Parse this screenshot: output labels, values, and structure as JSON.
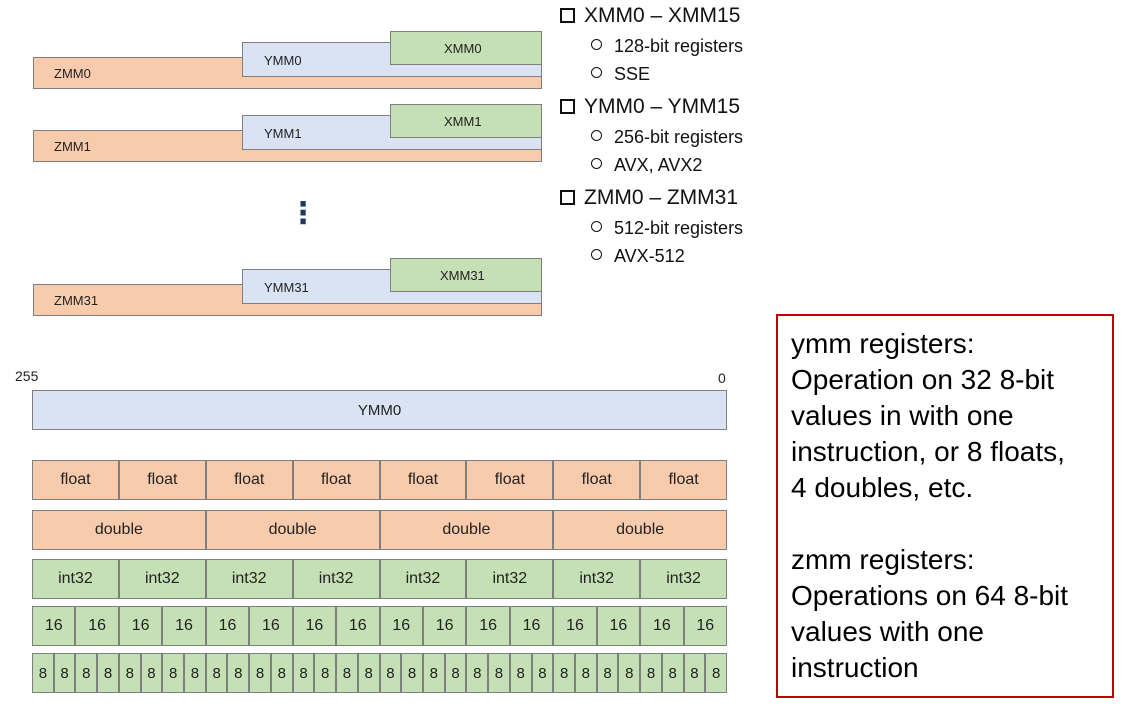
{
  "register_groups": [
    {
      "zmm": "ZMM0",
      "ymm": "YMM0",
      "xmm": "XMM0"
    },
    {
      "zmm": "ZMM1",
      "ymm": "YMM1",
      "xmm": "XMM1"
    },
    {
      "zmm": "ZMM31",
      "ymm": "YMM31",
      "xmm": "XMM31"
    }
  ],
  "ellipsis": "⋮",
  "register_list": [
    {
      "title": "XMM0 – XMM15",
      "items": [
        "128-bit registers",
        "SSE"
      ]
    },
    {
      "title": "YMM0 – YMM15",
      "items": [
        "256-bit registers",
        "AVX, AVX2"
      ]
    },
    {
      "title": "ZMM0 – ZMM31",
      "items": [
        "512-bit registers",
        "AVX-512"
      ]
    }
  ],
  "ymm_layout": {
    "bit_high": "255",
    "bit_low": "0",
    "register_name": "YMM0",
    "rows": [
      {
        "label": "float",
        "count": 8,
        "color": "#f8cbad"
      },
      {
        "label": "double",
        "count": 4,
        "color": "#f8cbad"
      },
      {
        "label": "int32",
        "count": 8,
        "color": "#c5e0b4"
      },
      {
        "label": "16",
        "count": 16,
        "color": "#c5e0b4"
      },
      {
        "label": "8",
        "count": 32,
        "color": "#c5e0b4"
      }
    ]
  },
  "note": {
    "paragraphs": [
      [
        "ymm registers:",
        "Operation on 32 8-bit",
        "values in with one",
        "instruction, or 8 floats,",
        "4 doubles, etc."
      ],
      [
        "zmm registers:",
        "Operations on 64 8-bit",
        "values with one",
        "instruction"
      ]
    ]
  },
  "colors": {
    "zmm": "#f8cbad",
    "ymm": "#dae3f3",
    "xmm": "#c5e0b4",
    "note_border": "#c00000"
  }
}
